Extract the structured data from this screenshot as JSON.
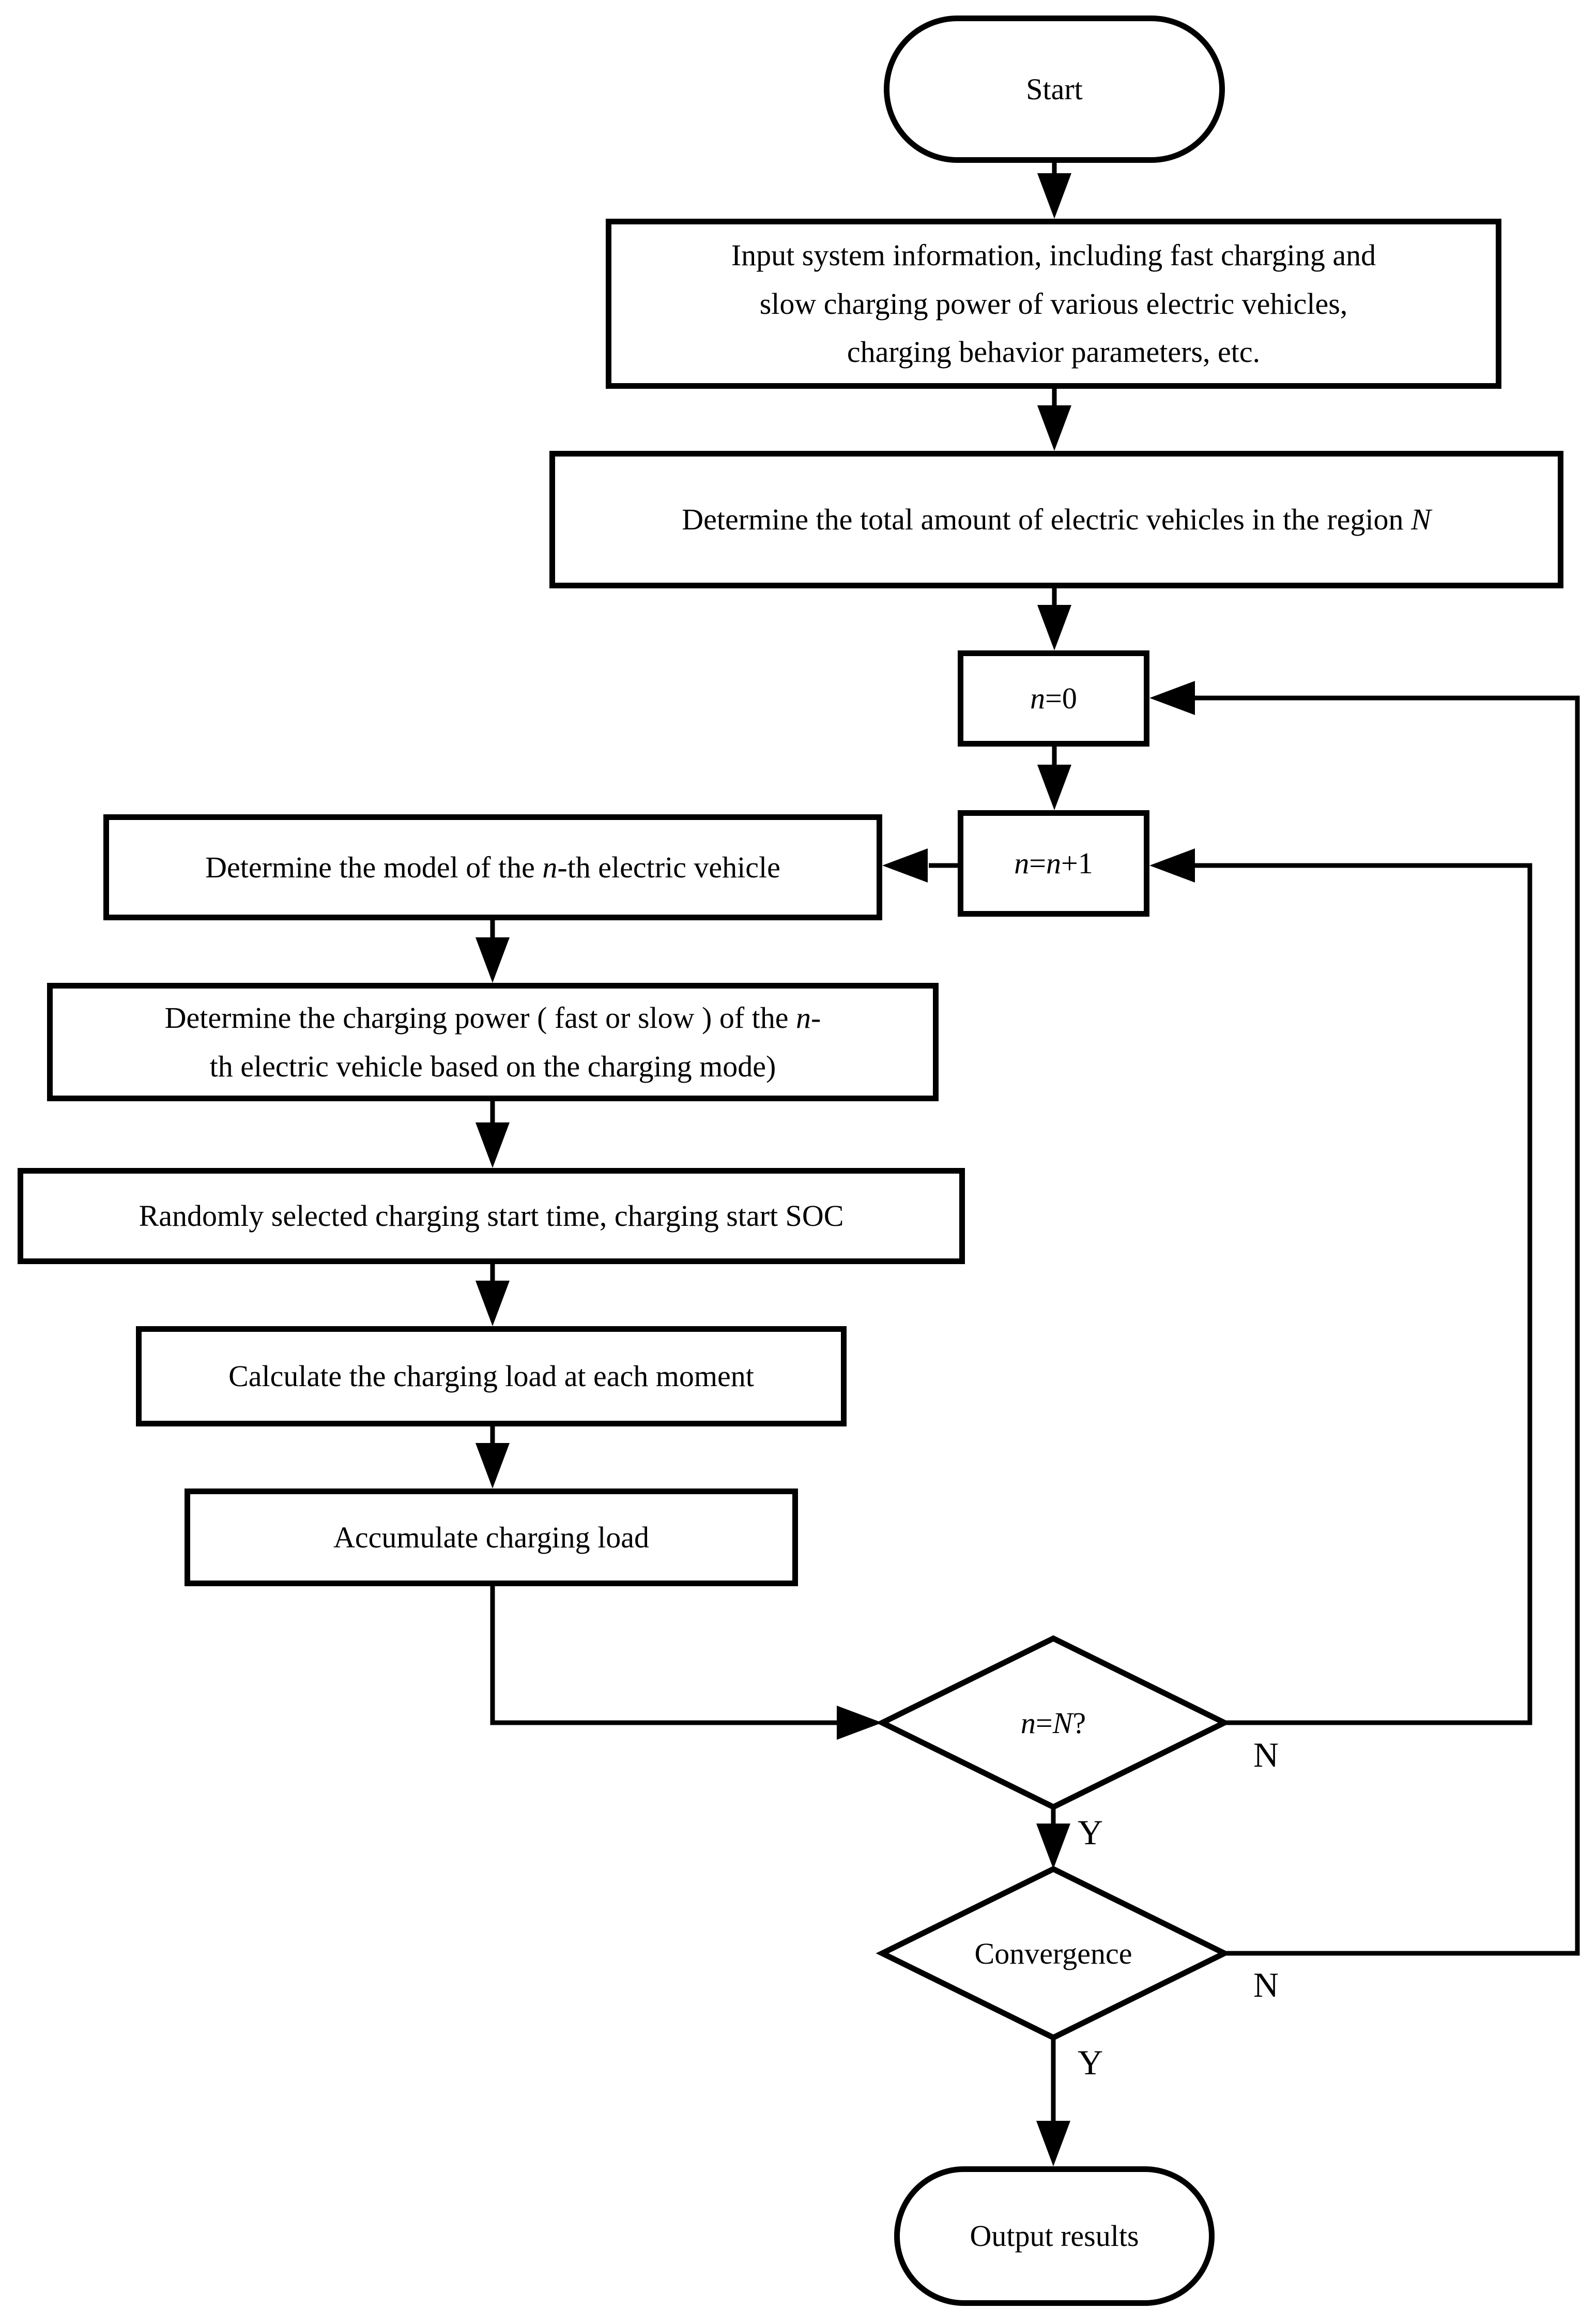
{
  "figure": {
    "background": "#ffffff",
    "stroke_color": "#000000",
    "nodes": {
      "start": {
        "label": "Start"
      },
      "input_info": {
        "label": "Input system information, including fast charging and\nslow charging power of various electric vehicles,\ncharging behavior parameters, etc."
      },
      "total_ev": {
        "segments": [
          {
            "t": "Determine the total amount of electric vehicles in the region "
          },
          {
            "t": "N",
            "i": true
          }
        ]
      },
      "n_zero": {
        "segments": [
          {
            "t": "n",
            "i": true
          },
          {
            "t": "=0"
          }
        ]
      },
      "n_plus_one": {
        "segments": [
          {
            "t": "n",
            "i": true
          },
          {
            "t": "="
          },
          {
            "t": "n",
            "i": true
          },
          {
            "t": "+1"
          }
        ]
      },
      "model": {
        "segments": [
          {
            "t": "Determine the model of the "
          },
          {
            "t": "n",
            "i": true
          },
          {
            "t": "-th electric vehicle"
          }
        ]
      },
      "power": {
        "segments": [
          {
            "t": "Determine the charging power ( fast or slow ) of the "
          },
          {
            "t": "n",
            "i": true
          },
          {
            "t": "-\nth electric vehicle based on the charging mode)"
          }
        ]
      },
      "random_start": {
        "label": "Randomly selected charging start time, charging start SOC"
      },
      "calc_load": {
        "label": "Calculate the charging load at each moment"
      },
      "accumulate": {
        "label": "Accumulate charging load"
      },
      "check_n": {
        "segments": [
          {
            "t": "n",
            "i": true
          },
          {
            "t": "="
          },
          {
            "t": "N",
            "i": true
          },
          {
            "t": "?"
          }
        ]
      },
      "convergence": {
        "label": "Convergence"
      },
      "output": {
        "label": "Output results"
      }
    },
    "edge_labels": {
      "check_n_no": "N",
      "check_n_yes": "Y",
      "convergence_no": "N",
      "convergence_yes": "Y"
    }
  }
}
